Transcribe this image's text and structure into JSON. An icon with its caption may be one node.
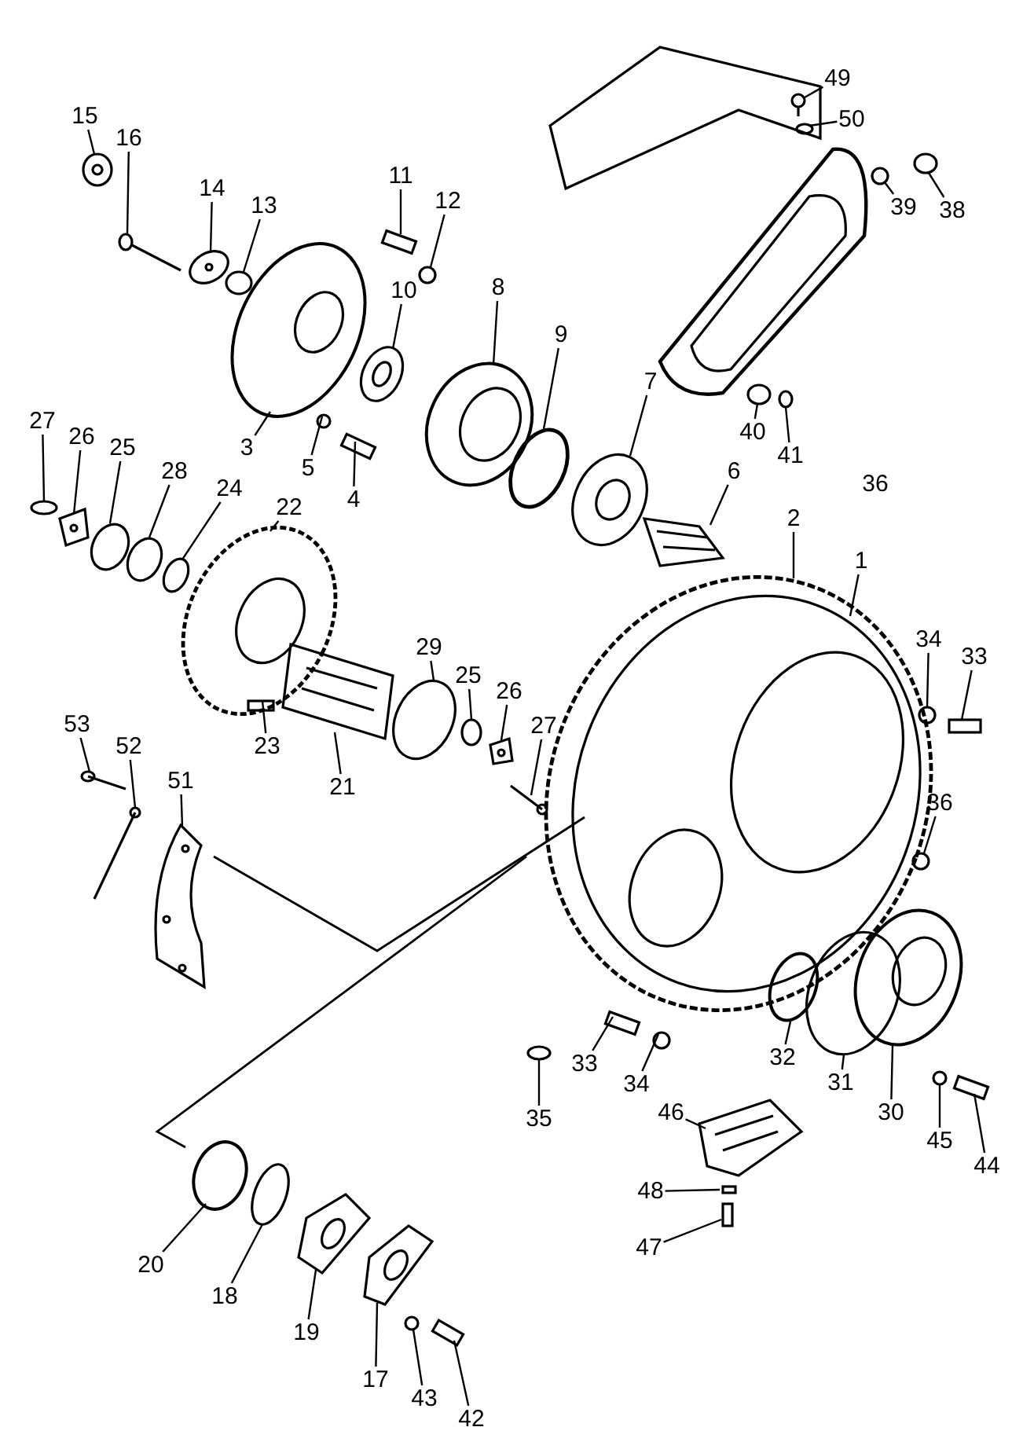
{
  "diagram": {
    "nodes": [
      {
        "text": [
          "49"
        ]
      },
      {
        "text": [
          "50"
        ]
      },
      {
        "text": [
          "15"
        ]
      },
      {
        "text": [
          "16"
        ]
      },
      {
        "text": [
          "11"
        ]
      },
      {
        "text": [
          "12"
        ]
      },
      {
        "text": [
          "14"
        ]
      },
      {
        "text": [
          "13"
        ]
      },
      {
        "text": [
          "38"
        ]
      },
      {
        "text": [
          "39"
        ]
      },
      {
        "text": [
          "8"
        ]
      },
      {
        "text": [
          "10"
        ]
      },
      {
        "text": [
          "3"
        ]
      },
      {
        "text": [
          "9"
        ]
      },
      {
        "text": [
          "5"
        ]
      },
      {
        "text": [
          "4"
        ]
      },
      {
        "text": [
          "7"
        ]
      },
      {
        "text": [
          "40"
        ]
      },
      {
        "text": [
          "41"
        ]
      },
      {
        "text": [
          "27"
        ]
      },
      {
        "text": [
          "26"
        ]
      },
      {
        "text": [
          "25"
        ]
      },
      {
        "text": [
          "28"
        ]
      },
      {
        "text": [
          "24"
        ]
      },
      {
        "text": [
          "22"
        ]
      },
      {
        "text": [
          "6"
        ]
      },
      {
        "text": [
          "2"
        ]
      },
      {
        "text": [
          "1"
        ]
      },
      {
        "text": [
          "29"
        ]
      },
      {
        "text": [
          "25"
        ]
      },
      {
        "text": [
          "26"
        ]
      },
      {
        "text": [
          "34"
        ]
      },
      {
        "text": [
          "33"
        ]
      },
      {
        "text": [
          "27"
        ]
      },
      {
        "text": [
          "23"
        ]
      },
      {
        "text": [
          "21"
        ]
      },
      {
        "text": [
          "53"
        ]
      },
      {
        "text": [
          "52"
        ]
      },
      {
        "text": [
          "51"
        ]
      },
      {
        "text": [
          "36"
        ]
      },
      {
        "text": [
          "33"
        ]
      },
      {
        "text": [
          "34"
        ]
      },
      {
        "text": [
          "35"
        ]
      },
      {
        "text": [
          "32"
        ]
      },
      {
        "text": [
          "31"
        ]
      },
      {
        "text": [
          "30"
        ]
      },
      {
        "text": [
          "45"
        ]
      },
      {
        "text": [
          "44"
        ]
      },
      {
        "text": [
          "46"
        ]
      },
      {
        "text": [
          "48"
        ]
      },
      {
        "text": [
          "47"
        ]
      },
      {
        "text": [
          "20"
        ]
      },
      {
        "text": [
          "18"
        ]
      },
      {
        "text": [
          "19"
        ]
      },
      {
        "text": [
          "17"
        ]
      },
      {
        "text": [
          "43"
        ]
      },
      {
        "text": [
          "42"
        ]
      },
      {
        "text": [],
        "shape": "picture"
      },
      {
        "text": [],
        "shape": "circle"
      },
      {
        "text": [],
        "shape": "picture"
      },
      {
        "text": [],
        "shape": "picture"
      },
      {
        "text": [],
        "shape": "box"
      },
      {
        "text": [],
        "shape": "circle"
      },
      {
        "text": [],
        "shape": "picture"
      },
      {
        "text": [],
        "shape": "circle"
      },
      {
        "text": [],
        "shape": "circle"
      },
      {
        "text": [],
        "shape": "circle"
      },
      {
        "text": [],
        "shape": "picture"
      },
      {
        "text": [],
        "shape": "picture"
      },
      {
        "text": [],
        "shape": "picture"
      },
      {
        "text": [],
        "shape": "circle"
      },
      {
        "text": [],
        "shape": "circle"
      },
      {
        "text": [],
        "shape": "box"
      },
      {
        "text": [],
        "shape": "picture"
      },
      {
        "text": [],
        "shape": "circle"
      },
      {
        "text": [],
        "shape": "circle"
      },
      {
        "text": [],
        "shape": "circle"
      },
      {
        "text": [],
        "shape": "picture"
      },
      {
        "text": [],
        "shape": "circle"
      },
      {
        "text": [],
        "shape": "circle"
      },
      {
        "text": [],
        "shape": "circle"
      },
      {
        "text": [],
        "shape": "picture"
      },
      {
        "text": [],
        "shape": "picture"
      },
      {
        "text": [],
        "shape": "circle"
      },
      {
        "text": [],
        "shape": "picture",
        "in": 83
      },
      {
        "text": [],
        "shape": "circle"
      },
      {
        "text": [],
        "shape": "circle"
      },
      {
        "text": [],
        "shape": "picture"
      },
      {
        "text": [],
        "shape": "circle"
      },
      {
        "text": [],
        "shape": "box"
      },
      {
        "text": [],
        "shape": "picture"
      },
      {
        "text": [],
        "shape": "box",
        "in": 81
      },
      {
        "text": [],
        "shape": "picture"
      },
      {
        "text": [],
        "shape": "picture"
      },
      {
        "text": [],
        "shape": "picture"
      },
      {
        "text": [],
        "shape": "picture"
      },
      {
        "text": [],
        "shape": "circle"
      },
      {
        "text": [],
        "shape": "box"
      },
      {
        "text": [],
        "shape": "circle"
      },
      {
        "text": [],
        "shape": "circle"
      },
      {
        "text": [],
        "shape": "circle"
      },
      {
        "text": [],
        "shape": "circle"
      },
      {
        "text": [],
        "shape": "picture"
      },
      {
        "text": [],
        "shape": "circle"
      },
      {
        "text": [],
        "shape": "box"
      },
      {
        "text": [],
        "shape": "picture"
      },
      {
        "text": [],
        "shape": "box"
      },
      {
        "text": [],
        "shape": "box"
      },
      {
        "text": [],
        "shape": "circle"
      },
      {
        "text": [],
        "shape": "circle"
      },
      {
        "text": [],
        "shape": "picture"
      },
      {
        "text": [],
        "shape": "picture"
      },
      {
        "text": [],
        "shape": "circle"
      },
      {
        "text": [],
        "shape": "box"
      }
    ],
    "edges": [
      {
        "from": 0,
        "to": 57,
        "arrow": "none"
      },
      {
        "from": 1,
        "to": 58,
        "arrow": "none"
      },
      {
        "from": 2,
        "to": 59,
        "arrow": "none"
      },
      {
        "from": 3,
        "to": 60,
        "arrow": "none"
      },
      {
        "from": 4,
        "to": 61,
        "arrow": "none"
      },
      {
        "from": 5,
        "to": 62,
        "arrow": "none"
      },
      {
        "from": 6,
        "to": 63,
        "arrow": "none"
      },
      {
        "from": 7,
        "to": 64,
        "arrow": "none"
      },
      {
        "from": 8,
        "to": 65,
        "arrow": "none"
      },
      {
        "from": 9,
        "to": 66,
        "arrow": "none"
      },
      {
        "from": 10,
        "to": 67,
        "arrow": "none"
      },
      {
        "from": 11,
        "to": 68,
        "arrow": "none"
      },
      {
        "from": 12,
        "to": 69,
        "arrow": "none"
      },
      {
        "from": 13,
        "to": 70,
        "arrow": "none"
      },
      {
        "from": 14,
        "to": 71,
        "arrow": "none"
      },
      {
        "from": 15,
        "to": 72,
        "arrow": "none"
      },
      {
        "from": 16,
        "to": 73,
        "arrow": "none"
      },
      {
        "from": 17,
        "to": 74,
        "arrow": "none"
      },
      {
        "from": 18,
        "to": 75,
        "arrow": "none"
      },
      {
        "from": 19,
        "to": 76,
        "arrow": "none"
      },
      {
        "from": 20,
        "to": 77,
        "arrow": "none"
      },
      {
        "from": 21,
        "to": 78,
        "arrow": "none"
      },
      {
        "from": 22,
        "to": 79,
        "arrow": "none"
      },
      {
        "from": 23,
        "to": 80,
        "arrow": "none"
      },
      {
        "from": 24,
        "to": 81,
        "arrow": "none"
      },
      {
        "from": 25,
        "to": 82,
        "arrow": "none"
      },
      {
        "from": 26,
        "to": 83,
        "arrow": "none"
      },
      {
        "from": 27,
        "to": 84,
        "arrow": "none"
      },
      {
        "from": 28,
        "to": 85,
        "arrow": "none"
      },
      {
        "from": 29,
        "to": 86,
        "arrow": "none"
      },
      {
        "from": 30,
        "to": 87,
        "arrow": "none"
      },
      {
        "from": 31,
        "to": 88,
        "arrow": "none"
      },
      {
        "from": 32,
        "to": 89,
        "arrow": "none"
      },
      {
        "from": 33,
        "to": 90,
        "arrow": "none"
      },
      {
        "from": 34,
        "to": 91,
        "arrow": "none"
      },
      {
        "from": 35,
        "to": 92,
        "arrow": "none"
      },
      {
        "from": 36,
        "to": 93,
        "arrow": "none"
      },
      {
        "from": 37,
        "to": 94,
        "arrow": "none"
      },
      {
        "from": 38,
        "to": 95,
        "arrow": "none"
      },
      {
        "from": 39,
        "to": 96,
        "arrow": "none"
      },
      {
        "from": 40,
        "to": 97,
        "arrow": "none"
      },
      {
        "from": 41,
        "to": 98,
        "arrow": "none"
      },
      {
        "from": 42,
        "to": 99,
        "arrow": "none"
      },
      {
        "from": 43,
        "to": 100,
        "arrow": "none"
      },
      {
        "from": 44,
        "to": 101,
        "arrow": "none"
      },
      {
        "from": 45,
        "to": 102,
        "arrow": "none"
      },
      {
        "from": 46,
        "to": 103,
        "arrow": "none"
      },
      {
        "from": 47,
        "to": 104,
        "arrow": "none"
      },
      {
        "from": 48,
        "to": 105,
        "arrow": "none"
      },
      {
        "from": 49,
        "to": 106,
        "arrow": "none"
      },
      {
        "from": 50,
        "to": 107,
        "arrow": "none"
      },
      {
        "from": 51,
        "to": 108,
        "arrow": "none"
      },
      {
        "from": 52,
        "to": 109,
        "arrow": "none"
      },
      {
        "from": 53,
        "to": 110,
        "arrow": "none"
      },
      {
        "from": 54,
        "to": 111,
        "arrow": "none"
      },
      {
        "from": 55,
        "to": 112,
        "arrow": "none"
      },
      {
        "from": 56,
        "to": 113,
        "arrow": "none"
      }
    ],
    "labels": [
      "36"
    ]
  }
}
